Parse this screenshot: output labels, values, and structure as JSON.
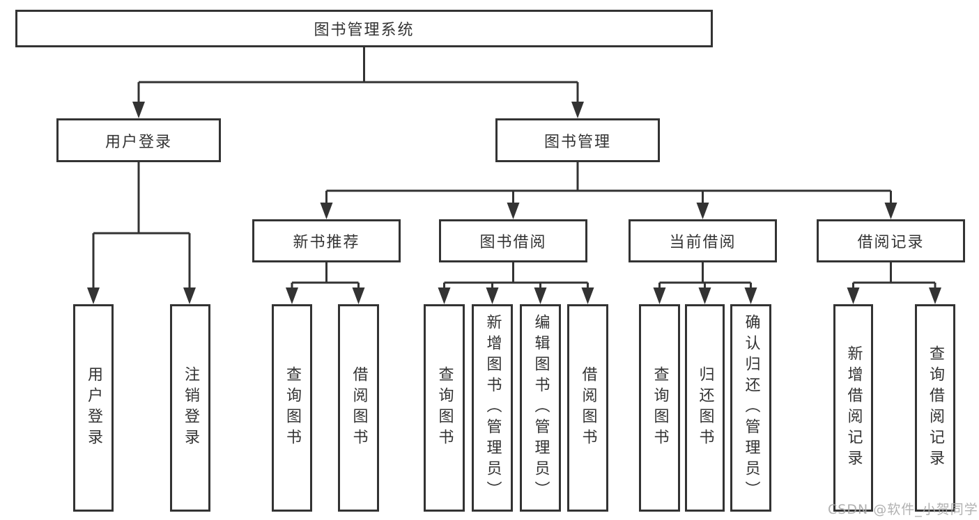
{
  "diagram": {
    "title": "图书管理系统",
    "root": {
      "label": "图书管理系统"
    },
    "level2": [
      {
        "id": "user-login",
        "label": "用户登录"
      },
      {
        "id": "book-management",
        "label": "图书管理"
      }
    ],
    "level3": [
      {
        "id": "new-book-recommend",
        "parent": "图书管理",
        "label": "新书推荐"
      },
      {
        "id": "book-borrowing",
        "parent": "图书管理",
        "label": "图书借阅"
      },
      {
        "id": "current-borrowing",
        "parent": "图书管理",
        "label": "当前借阅"
      },
      {
        "id": "borrowing-records",
        "parent": "图书管理",
        "label": "借阅记录"
      }
    ],
    "leaves": [
      {
        "parent": "用户登录",
        "label": "用户登录"
      },
      {
        "parent": "用户登录",
        "label": "注销登录"
      },
      {
        "parent": "新书推荐",
        "label": "查询图书"
      },
      {
        "parent": "新书推荐",
        "label": "借阅图书"
      },
      {
        "parent": "图书借阅",
        "label": "查询图书"
      },
      {
        "parent": "图书借阅",
        "label": "新增图书（管理员）"
      },
      {
        "parent": "图书借阅",
        "label": "编辑图书（管理员）"
      },
      {
        "parent": "图书借阅",
        "label": "借阅图书"
      },
      {
        "parent": "当前借阅",
        "label": "查询图书"
      },
      {
        "parent": "当前借阅",
        "label": "归还图书"
      },
      {
        "parent": "当前借阅",
        "label": "确认归还（管理员）"
      },
      {
        "parent": "借阅记录",
        "label": "新增借阅记录"
      },
      {
        "parent": "借阅记录",
        "label": "查询借阅记录"
      }
    ],
    "watermark": "CSDN @软件_小贺同学",
    "colors": {
      "line": "#333333",
      "border": "#333333",
      "text": "#333333",
      "background": "#ffffff",
      "watermark": "#a8a8a8"
    }
  }
}
